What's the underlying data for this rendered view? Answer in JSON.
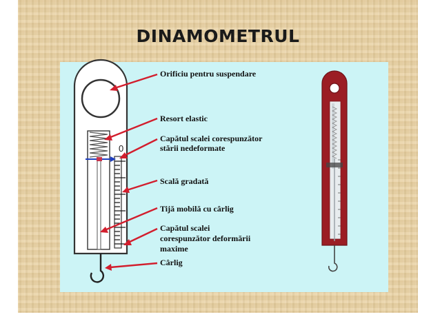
{
  "title": "DINAMOMETRUL",
  "scale_zero": "0",
  "labels": {
    "orificiu": "Orificiu pentru suspendare",
    "resort": "Resort elastic",
    "capat_nedef_1": "Capătul scalei corespunzător",
    "capat_nedef_2": "stării nedeformate",
    "scala": "Scală gradată",
    "tija": "Tijă mobilă cu cârlig",
    "capat_max_1": "Capătul scalei",
    "capat_max_2": "corespunzător deformării",
    "capat_max_3": "maxime",
    "carlig": "Cârlig"
  },
  "colors": {
    "background": "#e9d2a4",
    "panel": "#ccf4f6",
    "arrow": "#d21e2d",
    "dynamometer_body": "#9b1d24",
    "pointer": "#1f3fbf"
  }
}
